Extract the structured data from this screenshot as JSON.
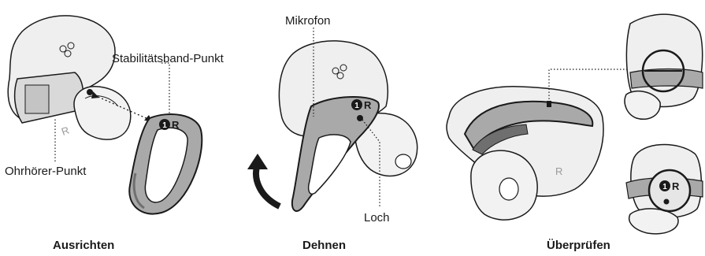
{
  "panels": [
    {
      "caption": "Ausrichten"
    },
    {
      "caption": "Dehnen"
    },
    {
      "caption": "Überprüfen"
    }
  ],
  "labels": {
    "stability_band_point": "Stabilitätsband-Punkt",
    "earbud_point": "Ohrhörer-Punkt",
    "microphone": "Mikrofon",
    "hole": "Loch"
  },
  "marks": {
    "band_side": "R",
    "band_number": "1"
  },
  "colors": {
    "band_fill": "#a9a9a9",
    "band_dark": "#6f6f6f",
    "earbud_fill": "#efefef",
    "outline": "#1a1a1a"
  }
}
